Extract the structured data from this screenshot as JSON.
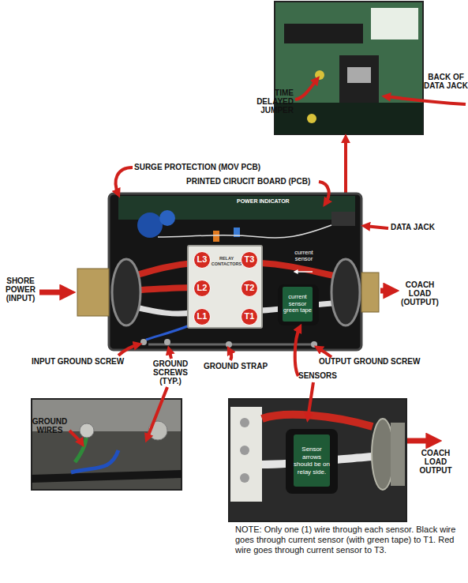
{
  "diagram": {
    "nodes": [
      {
        "text": [
          "RELAY CONTACTORS"
        ]
      },
      {
        "text": [
          "L3"
        ],
        "in": 0
      },
      {
        "text": [
          "T3"
        ],
        "in": 0
      },
      {
        "text": [
          "L2"
        ],
        "in": 0
      },
      {
        "text": [
          "T2"
        ],
        "in": 0
      },
      {
        "text": [
          "L1"
        ],
        "in": 0
      },
      {
        "text": [
          "T1"
        ],
        "in": 0
      },
      {
        "text": [
          "current sensor green tape"
        ]
      },
      {
        "text": [
          "Sensor arrows should be on relay side."
        ]
      }
    ],
    "labels": [
      "SURGE PROTECTION (MOV PCB)",
      "PRINTED CIRUCIT BOARD (PCB)",
      "POWER INDICATOR",
      "DATA JACK",
      "TIME DELAYED JUMPER",
      "BACK OF DATA JACK",
      "SHORE POWER (INPUT)",
      "COACH LOAD (OUTPUT)",
      "current sensor",
      "INPUT GROUND SCREW",
      "GROUND SCREWS (TYP.)",
      "GROUND STRAP",
      "OUTPUT GROUND SCREW",
      "SENSORS",
      "GROUND WIRES",
      "COACH LOAD OUTPUT",
      "NOTE: Only one (1) wire through each sensor. Black wire goes through current sensor (with green tape) to T1. Red wire goes through current sensor to T3."
    ]
  }
}
